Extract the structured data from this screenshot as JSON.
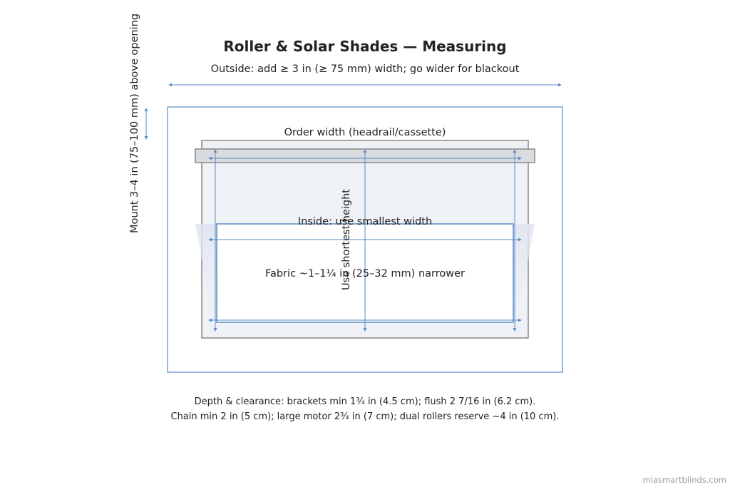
{
  "title": "Roller & Solar Shades — Measuring",
  "subtitle": "Outside: add ≥ 3 in (≥ 75 mm) width; go wider for blackout",
  "labels": {
    "mount": "Mount 3–4 in (75–100 mm) above opening",
    "order_width": "Order width (headrail/cassette)",
    "inside": "Inside: use smallest width",
    "shortest_height": "Use shortest height",
    "fabric": "Fabric ~1–1¼ in (25–32 mm) narrower"
  },
  "footer": [
    "Depth & clearance: brackets min 1¾ in (4.5 cm); flush 2 7/16 in (6.2 cm).",
    "Chain min 2 in (5 cm); large motor 2¾ in (7 cm); dual rollers reserve ~4 in (10 cm)."
  ],
  "watermark": "miasmartblinds.com",
  "colors": {
    "dimension": "#5b8ac4",
    "outer_frame": "#7a9fcf",
    "window": "#eef1f5",
    "headrail": "#d8dbe0",
    "frame_gray": "#888888"
  }
}
